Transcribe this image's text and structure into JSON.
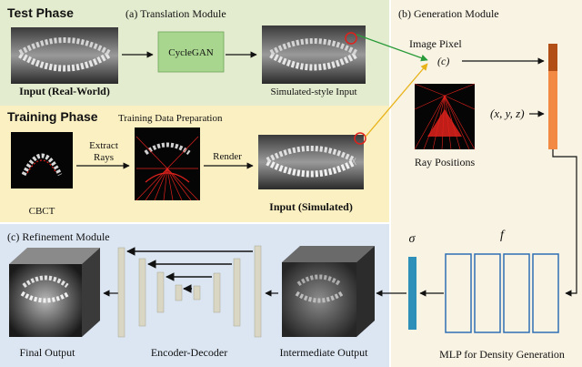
{
  "test_phase": {
    "title": "Test Phase",
    "module_title": "(a) Translation Module",
    "input_label": "Input (Real-World)",
    "cyclegan_label": "CycleGAN",
    "output_label": "Simulated-style Input"
  },
  "training_phase": {
    "title": "Training Phase",
    "subtitle": "Training Data Preparation",
    "cbct_label": "CBCT",
    "extract_label_1": "Extract",
    "extract_label_2": "Rays",
    "render_label": "Render",
    "input_label": "Input (Simulated)"
  },
  "generation": {
    "title": "(b) Generation Module",
    "image_pixel_label": "Image Pixel",
    "c_label": "(c)",
    "xyz_label": "(x, y, z)",
    "ray_positions_label": "Ray Positions",
    "sigma_label": "σ",
    "f_label": "f",
    "mlp_label": "MLP for Density Generation"
  },
  "refinement": {
    "title": "(c) Refinement Module",
    "final_label": "Final Output",
    "encdec_label": "Encoder-Decoder",
    "intermediate_label": "Intermediate Output"
  },
  "colors": {
    "test_bg": "#e4eccf",
    "train_bg": "#fbf0c2",
    "gen_bg": "#f9f3e3",
    "refine_bg": "#dce6f3",
    "cyclegan": "#a8d68e",
    "orange_dark": "#b24f17",
    "orange": "#f28a44",
    "mlp_blue": "#2f6fb4",
    "sigma_teal": "#2e8fb8",
    "ray_red": "#e0221c"
  }
}
